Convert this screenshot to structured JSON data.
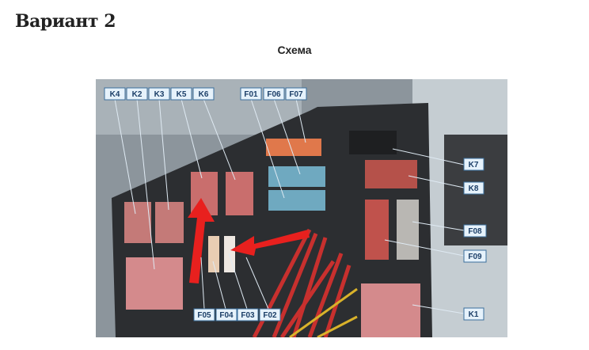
{
  "heading": "Вариант 2",
  "caption": "Схема",
  "photo": {
    "labels": {
      "K4": "K4",
      "K2": "K2",
      "K3": "K3",
      "K5": "K5",
      "K6": "K6",
      "F01": "F01",
      "F06": "F06",
      "F07": "F07",
      "K7": "K7",
      "K8": "K8",
      "F08": "F08",
      "F09": "F09",
      "K1": "K1",
      "F05": "F05",
      "F04": "F04",
      "F03": "F03",
      "F02": "F02"
    }
  }
}
